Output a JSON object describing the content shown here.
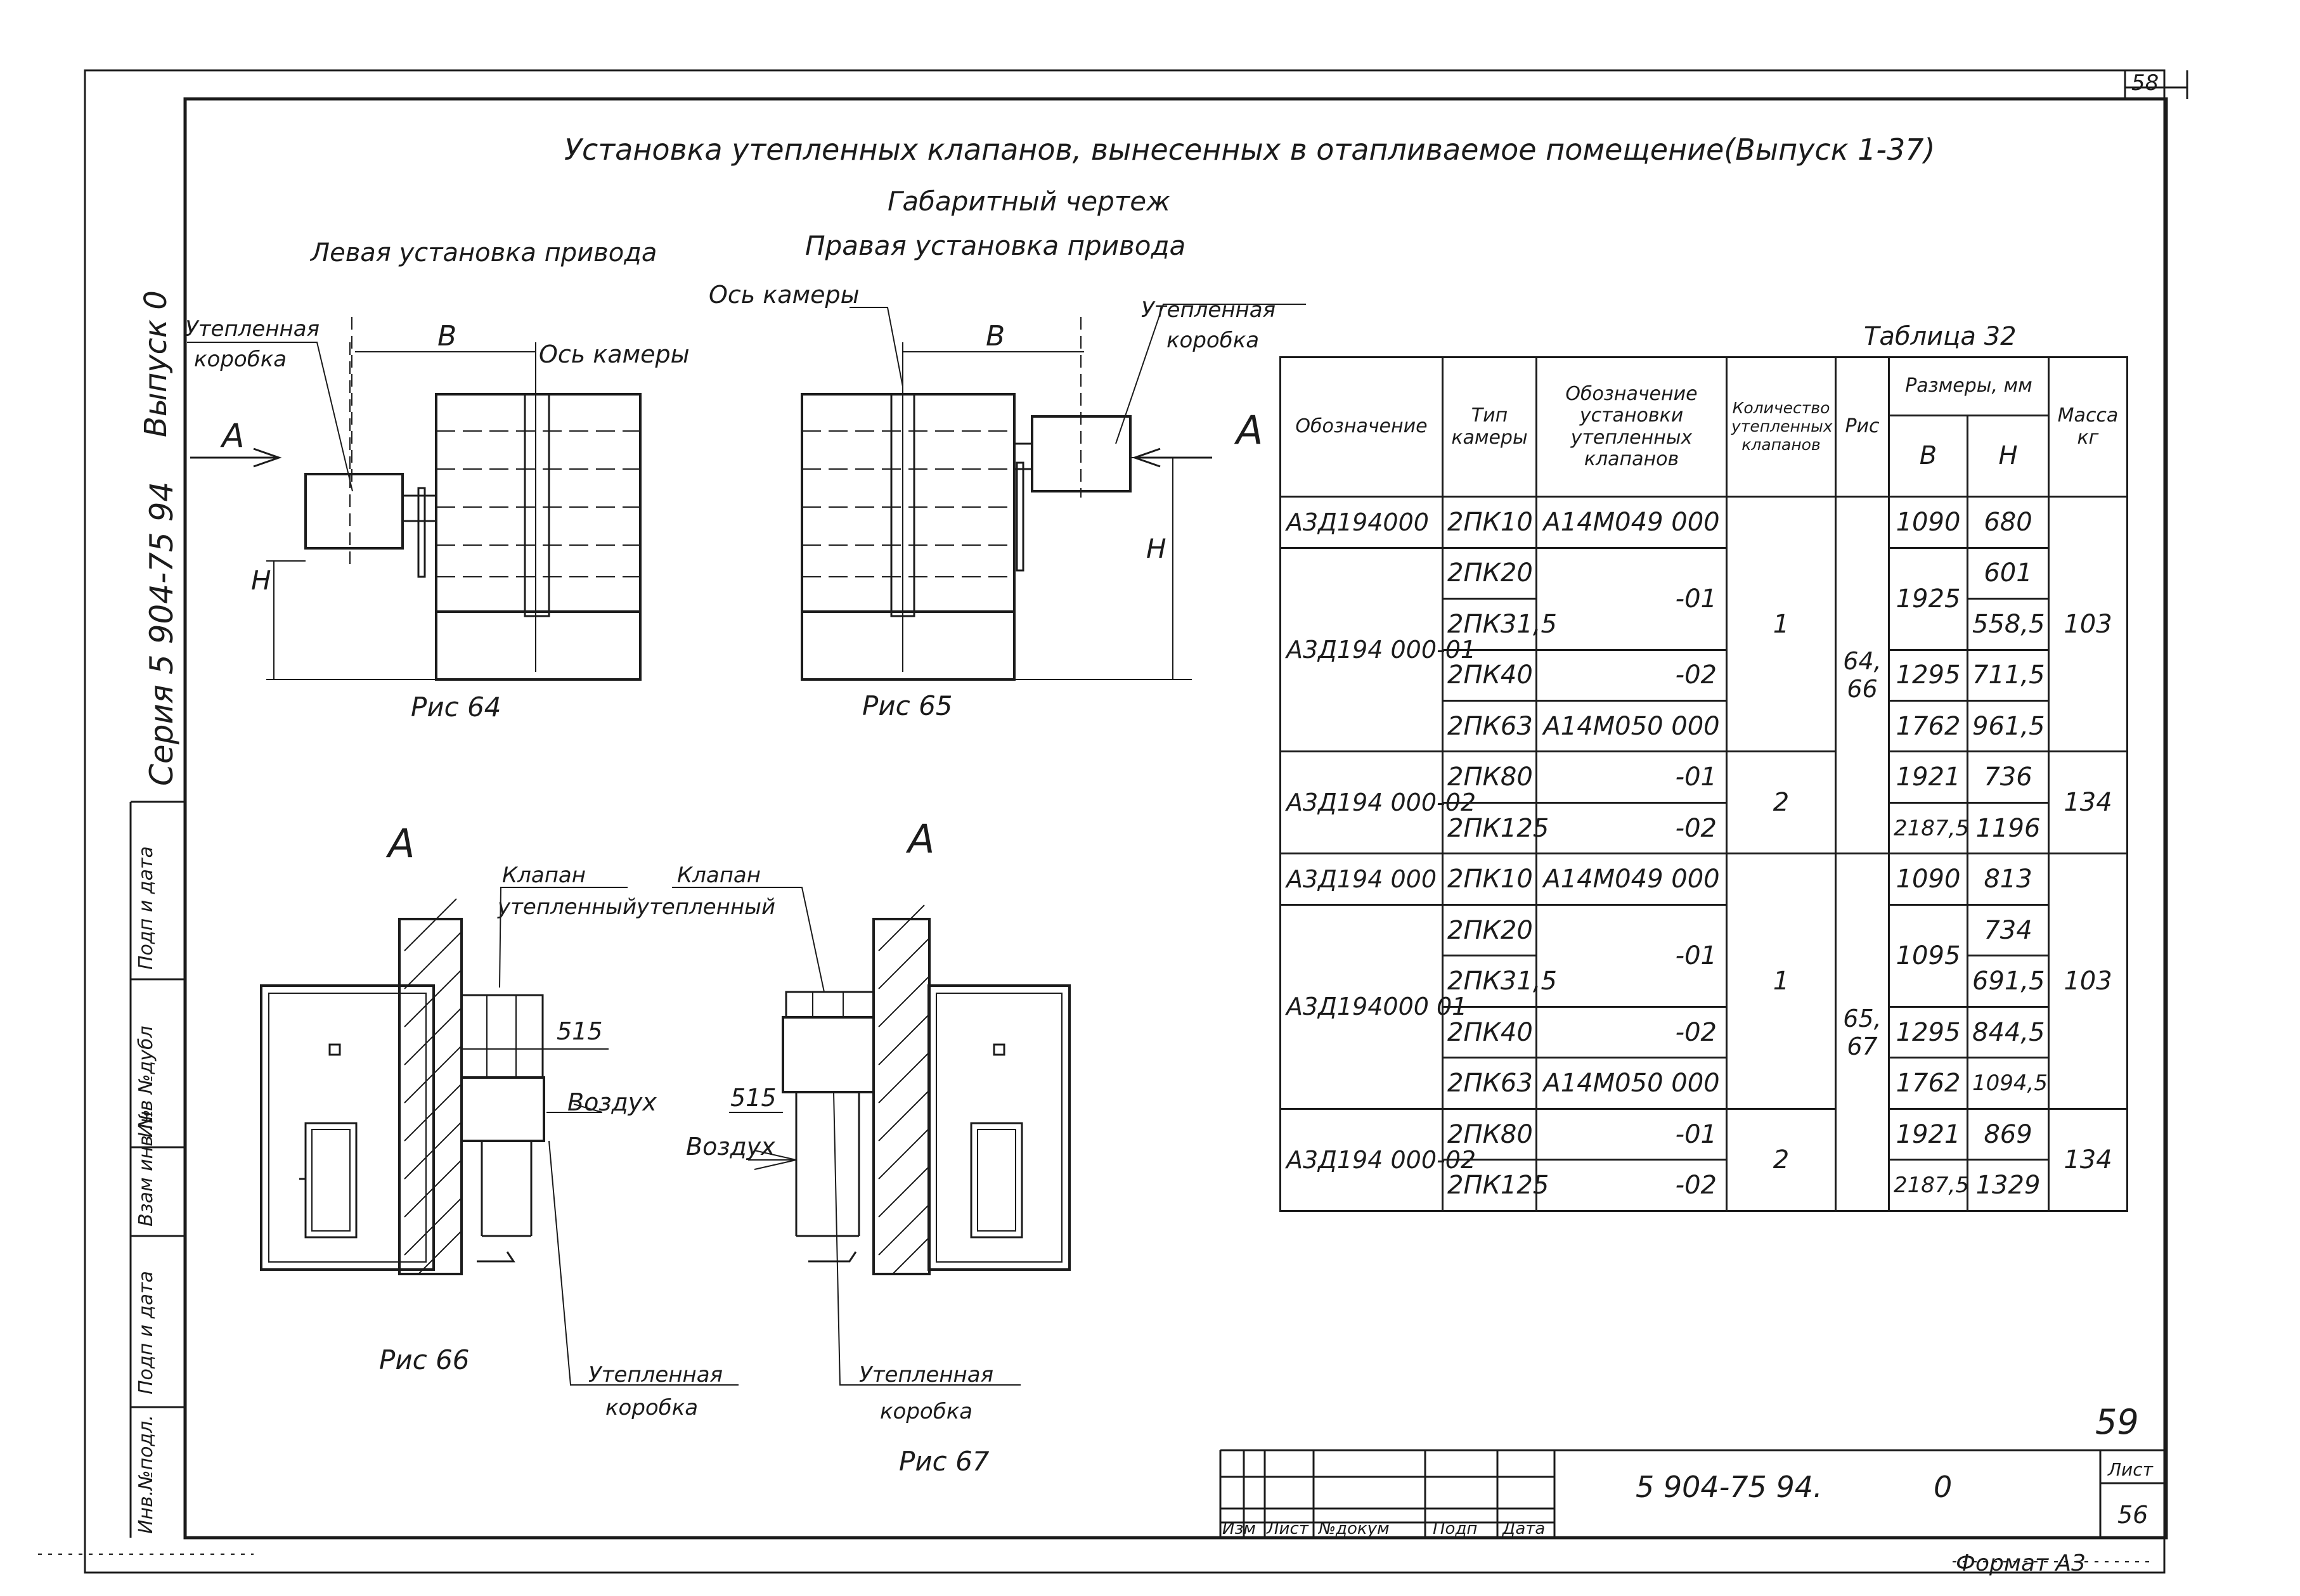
{
  "sheet_number_top": "58",
  "title": "Установка утепленных клапанов, вынесенных в отапливаемое помещение(Выпуск 1-37)",
  "subtitle": "Габаритный чертеж",
  "left_heading": "Левая установка привода",
  "right_heading": "Правая установка привода",
  "side_stamp": {
    "issue": "Выпуск 0",
    "series": "Серия 5 904-75 94"
  },
  "side_columns": [
    "Инв.№подл.",
    "Подп и дата",
    "Взам инв №",
    "Инв №дубл",
    "Подп и дата"
  ],
  "fig64": {
    "caption": "Рис 64",
    "box_label": [
      "Утепленная",
      "коробка"
    ],
    "axis_label": "Ось камеры",
    "dim_b": "В",
    "dim_h": "Н",
    "view": "А"
  },
  "fig65": {
    "caption": "Рис 65",
    "box_label": [
      "Утепленная",
      "коробка"
    ],
    "axis_label": "Ось камеры",
    "dim_b": "В",
    "dim_h": "Н",
    "view": "А"
  },
  "fig66": {
    "caption": "Рис 66",
    "view_title": "А",
    "valve_label": [
      "Клапан",
      "утепленный"
    ],
    "box_label": [
      "Утепленная",
      "коробка"
    ],
    "dim": "515",
    "air": "Воздух"
  },
  "fig67": {
    "caption": "Рис 67",
    "view_title": "А",
    "valve_label": [
      "Клапан",
      "утепленный"
    ],
    "box_label": [
      "Утепленная",
      "коробка"
    ],
    "dim": "515",
    "air": "Воздух"
  },
  "table": {
    "caption": "Таблица 32",
    "headers": {
      "designation": "Обозначение",
      "chamber_type": "Тип камеры",
      "installation": "Обозначение установки утепленных клапанов",
      "valve_count": "Количество утепленных клапанов",
      "fig": "Рис",
      "sizes": "Размеры, мм",
      "b": "В",
      "h": "Н",
      "mass": "Масса кг"
    },
    "group1": {
      "rows": [
        {
          "designation": "А3Д194000",
          "type": "2ПК10",
          "installation": "А14М049 000",
          "b": "1090",
          "h": "680"
        },
        {
          "designation": "А3Д194 000-01",
          "type": "2ПК20",
          "installation": "-01",
          "h": "601"
        },
        {
          "type": "2ПК31,5",
          "h": "558,5"
        },
        {
          "type": "2ПК40",
          "installation": "-02",
          "b": "1295",
          "h": "711,5"
        },
        {
          "type": "2ПК63",
          "installation": "А14М050 000",
          "b": "1762",
          "h": "961,5"
        },
        {
          "designation": "А3Д194 000-02",
          "type": "2ПК80",
          "installation": "-01",
          "b": "1921",
          "h": "736"
        },
        {
          "type": "2ПК125",
          "installation": "-02",
          "b": "2187,5",
          "h": "1196"
        }
      ],
      "b_shared": "1925",
      "count_single": "1",
      "count_double": "2",
      "fig": "64, 66",
      "mass_a": "103",
      "mass_b": "134"
    },
    "group2": {
      "rows": [
        {
          "designation": "А3Д194 000",
          "type": "2ПК10",
          "installation": "А14М049 000",
          "b": "1090",
          "h": "813"
        },
        {
          "designation": "А3Д194000 01",
          "type": "2ПК20",
          "installation": "-01",
          "h": "734"
        },
        {
          "type": "2ПК31,5",
          "h": "691,5"
        },
        {
          "type": "2ПК40",
          "installation": "-02",
          "b": "1295",
          "h": "844,5"
        },
        {
          "type": "2ПК63",
          "installation": "А14М050 000",
          "b": "1762",
          "h": "1094,5"
        },
        {
          "designation": "А3Д194 000-02",
          "type": "2ПК80",
          "installation": "-01",
          "b": "1921",
          "h": "869"
        },
        {
          "type": "2ПК125",
          "installation": "-02",
          "b": "2187,5",
          "h": "1329"
        }
      ],
      "b_shared": "1095",
      "count_single": "1",
      "count_double": "2",
      "fig": "65, 67",
      "mass_a": "103",
      "mass_b": "134"
    }
  },
  "page_mark": "59",
  "title_block": {
    "document": "5 904-75 94.",
    "issue": "0",
    "sheet_label": "Лист",
    "sheet_no": "56",
    "col_headers": [
      "Изм",
      "Лист",
      "№докум",
      "Подп",
      "Дата"
    ]
  },
  "format": "Формат А3"
}
